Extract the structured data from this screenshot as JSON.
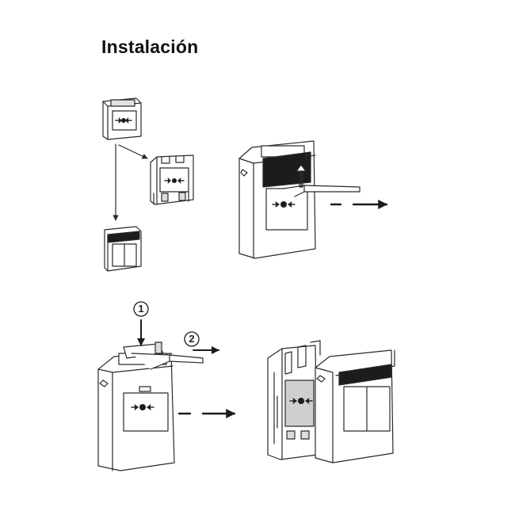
{
  "title": "Instalación",
  "steps": {
    "step_1": "1",
    "step_2": "2"
  },
  "colors": {
    "line": "#2a2a2a",
    "shade": "#cfcfcf",
    "dark": "#1c1c1c"
  }
}
